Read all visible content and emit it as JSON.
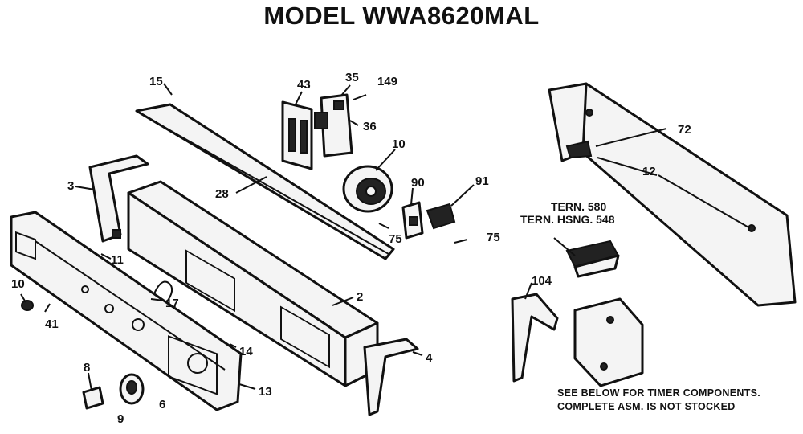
{
  "title": "MODEL WWA8620MAL",
  "labels": {
    "l15": "15",
    "l43": "43",
    "l35": "35",
    "l149": "149",
    "l36": "36",
    "l10a": "10",
    "l90": "90",
    "l91": "91",
    "l72": "72",
    "l12": "12",
    "l3": "3",
    "l28": "28",
    "l75a": "75",
    "l75b": "75",
    "l11": "11",
    "l2": "2",
    "l17": "17",
    "l10b": "10",
    "l41": "41",
    "l14": "14",
    "l4": "4",
    "l13": "13",
    "l8": "8",
    "l9": "9",
    "l6": "6",
    "l104": "104",
    "term580": "TERN. 580",
    "termhsng": "TERN. HSNG. 548"
  },
  "note": {
    "line1": "SEE BELOW FOR TIMER COMPONENTS.",
    "line2": "COMPLETE ASM. IS NOT STOCKED"
  }
}
